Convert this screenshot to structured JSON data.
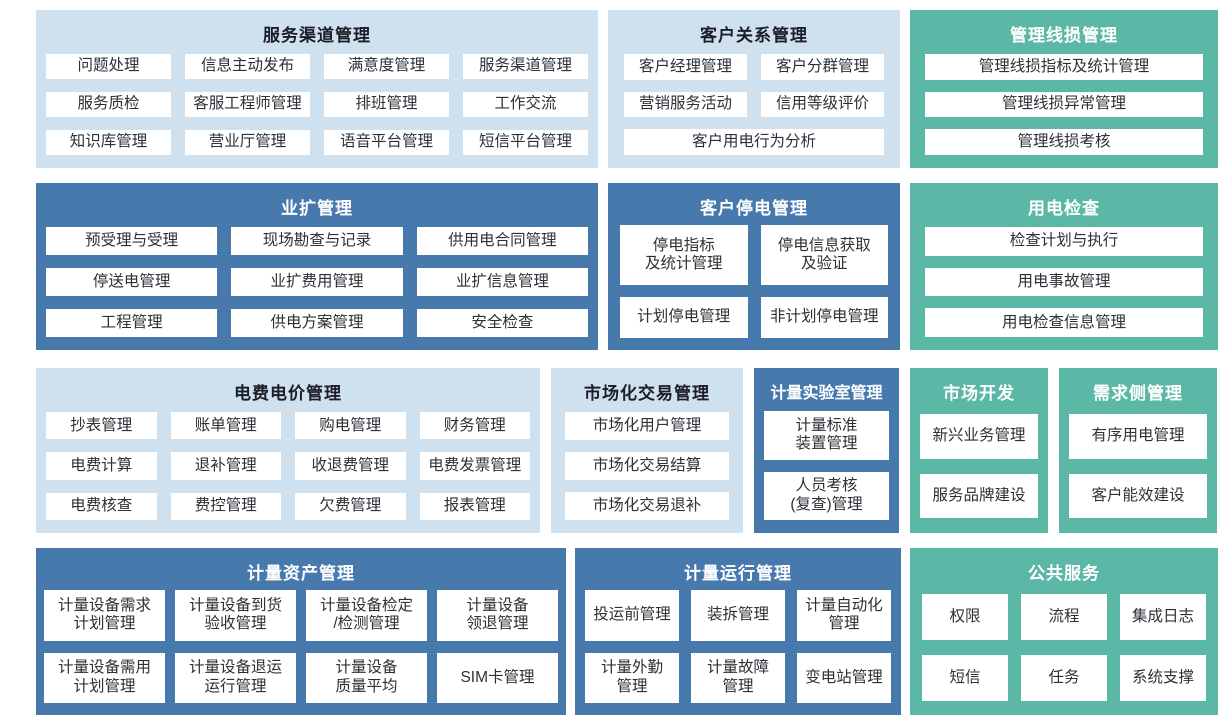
{
  "colors": {
    "light_blue_panel": "#cfe1ef",
    "dark_blue_panel": "#4879ad",
    "green_panel": "#5cb8a6",
    "title_dark": "#1b1e26",
    "title_light": "#ffffff",
    "cell_background": "#ffffff",
    "cell_text": "#2e3037"
  },
  "panels": [
    {
      "id": "service-channel",
      "row": 1,
      "theme": "light",
      "cols": 4,
      "title": "服务渠道管理",
      "cells": [
        {
          "label": "问题处理"
        },
        {
          "label": "信息主动发布"
        },
        {
          "label": "满意度管理"
        },
        {
          "label": "服务渠道管理"
        },
        {
          "label": "服务质检"
        },
        {
          "label": "客服工程师管理"
        },
        {
          "label": "排班管理"
        },
        {
          "label": "工作交流"
        },
        {
          "label": "知识库管理"
        },
        {
          "label": "营业厅管理"
        },
        {
          "label": "语音平台管理"
        },
        {
          "label": "短信平台管理"
        }
      ]
    },
    {
      "id": "crm",
      "row": 1,
      "theme": "light",
      "cols": 2,
      "title": "客户关系管理",
      "cells": [
        {
          "label": "客户经理管理"
        },
        {
          "label": "客户分群管理"
        },
        {
          "label": "营销服务活动"
        },
        {
          "label": "信用等级评价"
        },
        {
          "label": "客户用电行为分析",
          "span": 2
        }
      ]
    },
    {
      "id": "line-loss",
      "row": 1,
      "theme": "green",
      "cols": 1,
      "title": "管理线损管理",
      "cells": [
        {
          "label": "管理线损指标及统计管理"
        },
        {
          "label": "管理线损异常管理"
        },
        {
          "label": "管理线损考核"
        }
      ]
    },
    {
      "id": "biz-expansion",
      "row": 2,
      "theme": "dark",
      "cols": 3,
      "title": "业扩管理",
      "cells": [
        {
          "label": "预受理与受理"
        },
        {
          "label": "现场勘查与记录"
        },
        {
          "label": "供用电合同管理"
        },
        {
          "label": "停送电管理"
        },
        {
          "label": "业扩费用管理"
        },
        {
          "label": "业扩信息管理"
        },
        {
          "label": "工程管理"
        },
        {
          "label": "供电方案管理"
        },
        {
          "label": "安全检查"
        }
      ]
    },
    {
      "id": "outage",
      "row": 2,
      "theme": "dark",
      "cols": 2,
      "title": "客户停电管理",
      "cells": [
        {
          "label": "停电指标\n及统计管理"
        },
        {
          "label": "停电信息获取\n及验证"
        },
        {
          "label": "计划停电管理"
        },
        {
          "label": "非计划停电管理"
        }
      ]
    },
    {
      "id": "inspection",
      "row": 2,
      "theme": "green",
      "cols": 1,
      "title": "用电检查",
      "cells": [
        {
          "label": "检查计划与执行"
        },
        {
          "label": "用电事故管理"
        },
        {
          "label": "用电检查信息管理"
        }
      ]
    },
    {
      "id": "billing",
      "row": 3,
      "theme": "light",
      "cols": 4,
      "title": "电费电价管理",
      "cells": [
        {
          "label": "抄表管理"
        },
        {
          "label": "账单管理"
        },
        {
          "label": "购电管理"
        },
        {
          "label": "财务管理"
        },
        {
          "label": "电费计算"
        },
        {
          "label": "退补管理"
        },
        {
          "label": "收退费管理"
        },
        {
          "label": "电费发票管理"
        },
        {
          "label": "电费核查"
        },
        {
          "label": "费控管理"
        },
        {
          "label": "欠费管理"
        },
        {
          "label": "报表管理"
        }
      ]
    },
    {
      "id": "market-trade",
      "row": 3,
      "theme": "light",
      "cols": 1,
      "title": "市场化交易管理",
      "cells": [
        {
          "label": "市场化用户管理"
        },
        {
          "label": "市场化交易结算"
        },
        {
          "label": "市场化交易退补"
        }
      ]
    },
    {
      "id": "metering-lab",
      "row": 3,
      "theme": "dark",
      "cols": 1,
      "title": "计量实验室管理",
      "cells": [
        {
          "label": "计量标准\n装置管理"
        },
        {
          "label": "人员考核\n(复查)管理"
        }
      ]
    },
    {
      "id": "market-dev",
      "row": 3,
      "theme": "green",
      "cols": 1,
      "title": "市场开发",
      "cells": [
        {
          "label": "新兴业务管理"
        },
        {
          "label": "服务品牌建设"
        }
      ]
    },
    {
      "id": "demand-side",
      "row": 3,
      "theme": "green",
      "cols": 1,
      "title": "需求侧管理",
      "cells": [
        {
          "label": "有序用电管理"
        },
        {
          "label": "客户能效建设"
        }
      ]
    },
    {
      "id": "metering-asset",
      "row": 4,
      "theme": "dark",
      "cols": 4,
      "title": "计量资产管理",
      "cells": [
        {
          "label": "计量设备需求\n计划管理"
        },
        {
          "label": "计量设备到货\n验收管理"
        },
        {
          "label": "计量设备检定\n/检测管理"
        },
        {
          "label": "计量设备\n领退管理"
        },
        {
          "label": "计量设备需用\n计划管理"
        },
        {
          "label": "计量设备退运\n运行管理"
        },
        {
          "label": "计量设备\n质量平均"
        },
        {
          "label": "SIM卡管理"
        }
      ]
    },
    {
      "id": "metering-ops",
      "row": 4,
      "theme": "dark",
      "cols": 3,
      "title": "计量运行管理",
      "cells": [
        {
          "label": "投运前管理"
        },
        {
          "label": "装拆管理"
        },
        {
          "label": "计量自动化\n管理"
        },
        {
          "label": "计量外勤\n管理"
        },
        {
          "label": "计量故障\n管理"
        },
        {
          "label": "变电站管理"
        }
      ]
    },
    {
      "id": "public-service",
      "row": 4,
      "theme": "green",
      "cols": 3,
      "title": "公共服务",
      "cells": [
        {
          "label": "权限"
        },
        {
          "label": "流程"
        },
        {
          "label": "集成日志"
        },
        {
          "label": "短信"
        },
        {
          "label": "任务"
        },
        {
          "label": "系统支撑"
        }
      ]
    }
  ]
}
